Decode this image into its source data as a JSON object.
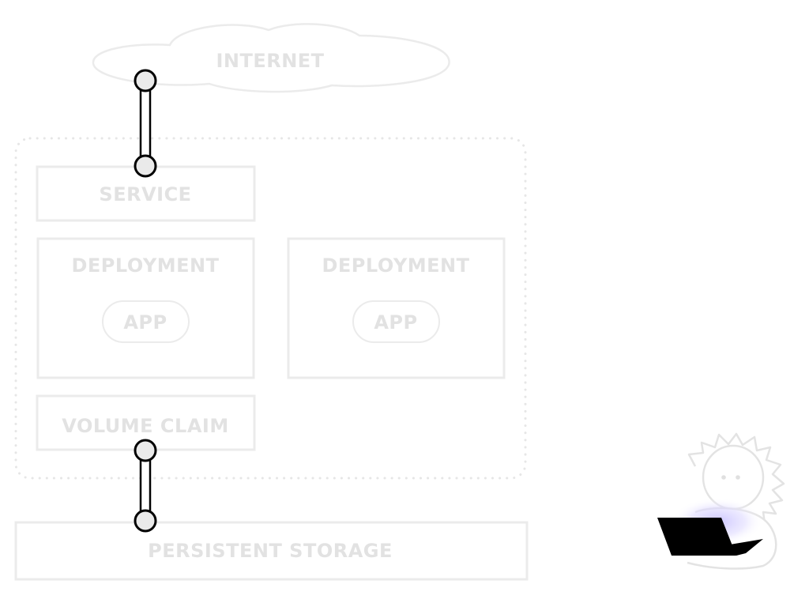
{
  "diagram": {
    "internet_label": "INTERNET",
    "service_label": "SERVICE",
    "deployments": [
      {
        "label": "DEPLOYMENT",
        "app_label": "APP"
      },
      {
        "label": "DEPLOYMENT",
        "app_label": "APP"
      }
    ],
    "volume_claim_label": "VOLUME CLAIM",
    "persistent_storage_label": "PERSISTENT STORAGE"
  },
  "colors": {
    "faded_component": "#e2e2e2",
    "connector": "#000000",
    "connector_end_fill": "#eaeaea",
    "laptop_glow": "#c9c2ff"
  },
  "icons": {
    "cloud": "cloud-icon",
    "user": "user-with-laptop-icon"
  }
}
